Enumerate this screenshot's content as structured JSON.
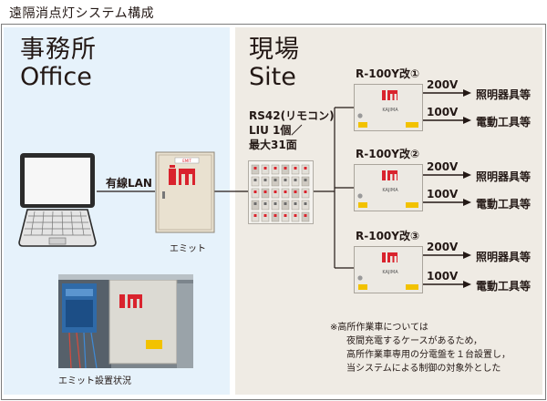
{
  "title": "遠隔消点灯システム構成",
  "office": {
    "heading_ja": "事務所",
    "heading_en": "Office",
    "wired_lan_label": "有線LAN",
    "device_label": "エミット",
    "photo_caption": "エミット設置状況"
  },
  "site": {
    "heading_ja": "現場",
    "heading_en": "Site",
    "rs42_lines": [
      "RS42(リモコン)",
      "LIU 1個／",
      "最大31面"
    ],
    "panels": [
      {
        "name": "R-100Y改①",
        "out_200v": "200V",
        "out_100v": "100V",
        "dest_200v": "照明器具等",
        "dest_100v": "電動工具等"
      },
      {
        "name": "R-100Y改②",
        "out_200v": "200V",
        "out_100v": "100V",
        "dest_200v": "照明器具等",
        "dest_100v": "電動工具等"
      },
      {
        "name": "R-100Y改③",
        "out_200v": "200V",
        "out_100v": "100V",
        "dest_200v": "照明器具等",
        "dest_100v": "電動工具等"
      }
    ],
    "note_lines": [
      "※高所作業車については",
      "夜間充電するケースがあるため，",
      "高所作業車専用の分電盤を１台設置し，",
      "当システムによる制御の対象外とした"
    ]
  },
  "colors": {
    "office_bg": "#e6f2fb",
    "site_bg": "#efebe4",
    "brand_red": "#d9232d",
    "label_yellow": "#f2c200"
  },
  "icons": {
    "laptop": "laptop-icon",
    "emit_box": "emit-controller-icon",
    "rs42": "rs42-relay-unit-icon",
    "panel": "distribution-panel-icon",
    "arrow": "arrow-right-icon"
  }
}
